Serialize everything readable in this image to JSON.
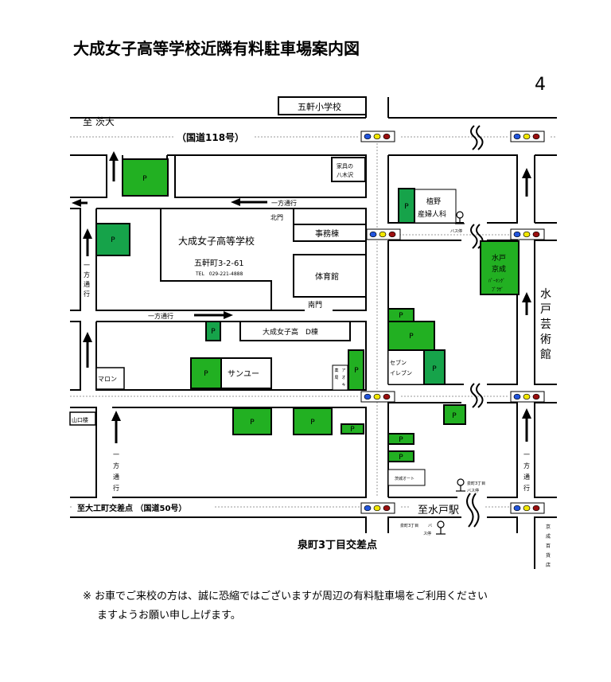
{
  "title": "大成女子高等学校近隣有料駐車場案内図",
  "north_mark": "4",
  "roads": {
    "to_ibadai": "至 茨大",
    "route118": "（国道118号）",
    "to_daikumachi": "至大工町交差点 （国道50号）",
    "to_mito_station": "至水戸駅",
    "izumicho_intersection": "泉町3丁目交差点",
    "one_way": "一方通行",
    "one_way_vertical": [
      "一",
      "方",
      "通",
      "行"
    ]
  },
  "buildings": {
    "gokenn_elementary": "五軒小学校",
    "furniture_1": "家具の",
    "furniture_2": "八木沢",
    "school_name": "大成女子高等学校",
    "school_address": "五軒町3-2-61",
    "school_tel": "TEL　029-221-4888",
    "north_gate": "北門",
    "south_gate": "南門",
    "office": "事務棟",
    "gym": "体育館",
    "d_building": "大成女子高　D棟",
    "maron": "マロン",
    "sanyu": "サンユー",
    "pharmacy": [
      "薬",
      "局",
      "ア",
      "オ",
      "キ"
    ],
    "yamaguchiro": "山口楼",
    "ueno_1": "植野",
    "ueno_2": "産婦人科",
    "seven_1": "セブン",
    "seven_2": "イレブン",
    "ibaraki_auto": "茨城オート",
    "art_tower": [
      "水",
      "戸",
      "芸",
      "術",
      "館"
    ],
    "keisei_dept": [
      "京",
      "成",
      "百",
      "貨",
      "店"
    ],
    "mito_keisei_1": "水戸",
    "mito_keisei_2": "京成",
    "mito_keisei_3": "ﾊﾟｰｷﾝｸﾞ",
    "mito_keisei_4": "ﾌﾟﾗｻﾞ"
  },
  "bus_stops": {
    "label": "バス停",
    "izumicho": "泉町3丁目",
    "bus": "バ",
    "stop": "ス停"
  },
  "parking_label": "P",
  "colors": {
    "parking": "#22b022",
    "parking_dark": "#16a34a",
    "signal_blue": "#2255dd",
    "signal_yellow": "#f2e600",
    "signal_red": "#9b1010"
  },
  "notes": {
    "line1": "※ お車でご来校の方は、誠に恐縮ではございますが周辺の有料駐車場をご利用ください",
    "line2": "ますようお願い申し上げます。"
  }
}
